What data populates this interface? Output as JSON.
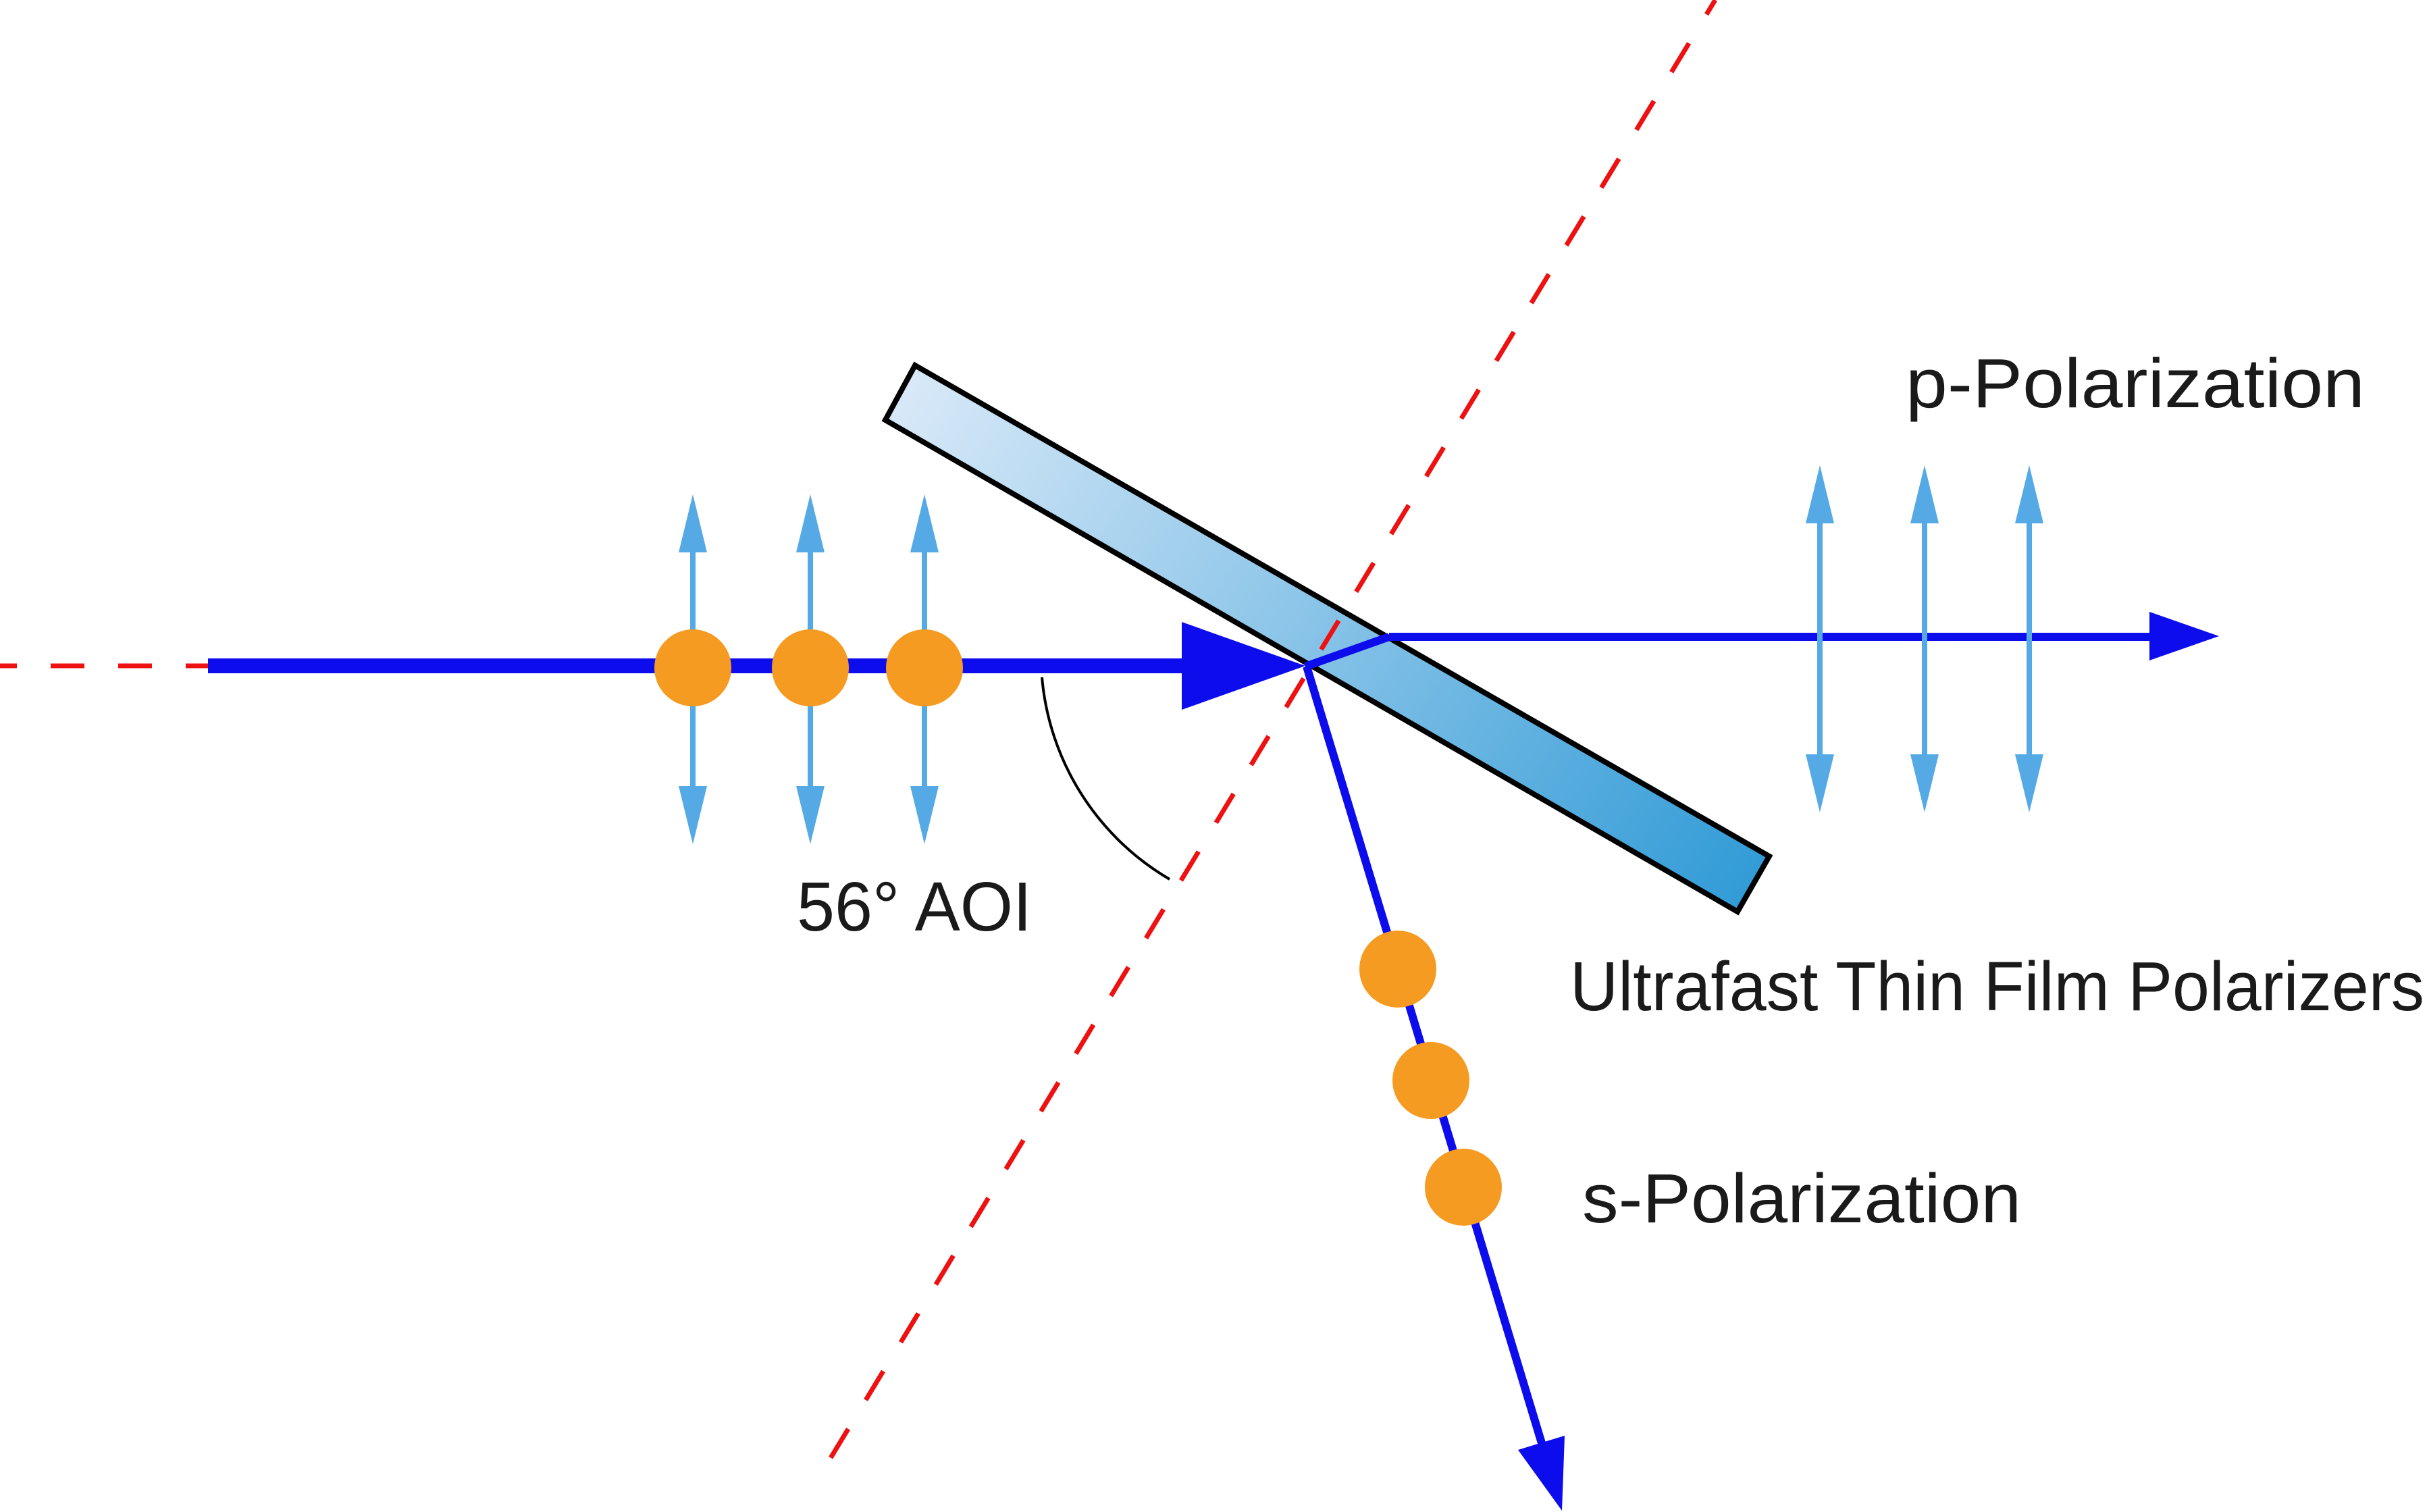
{
  "labels": {
    "aoi": "56° AOI",
    "p_polarization": "p-Polarization",
    "s_polarization": "s-Polarization",
    "component": "Ultrafast Thin Film Polarizers"
  },
  "angle_of_incidence_deg": 56,
  "colors": {
    "beam_blue": "#0c0cec",
    "polarization_blue": "#55aae5",
    "s_orange": "#f59b22",
    "dashed_red": "#ee1111",
    "plate_light": "#d9e9f8",
    "plate_dark": "#2f9ad6",
    "outline_black": "#000000",
    "text_color": "#1a1a1a"
  }
}
